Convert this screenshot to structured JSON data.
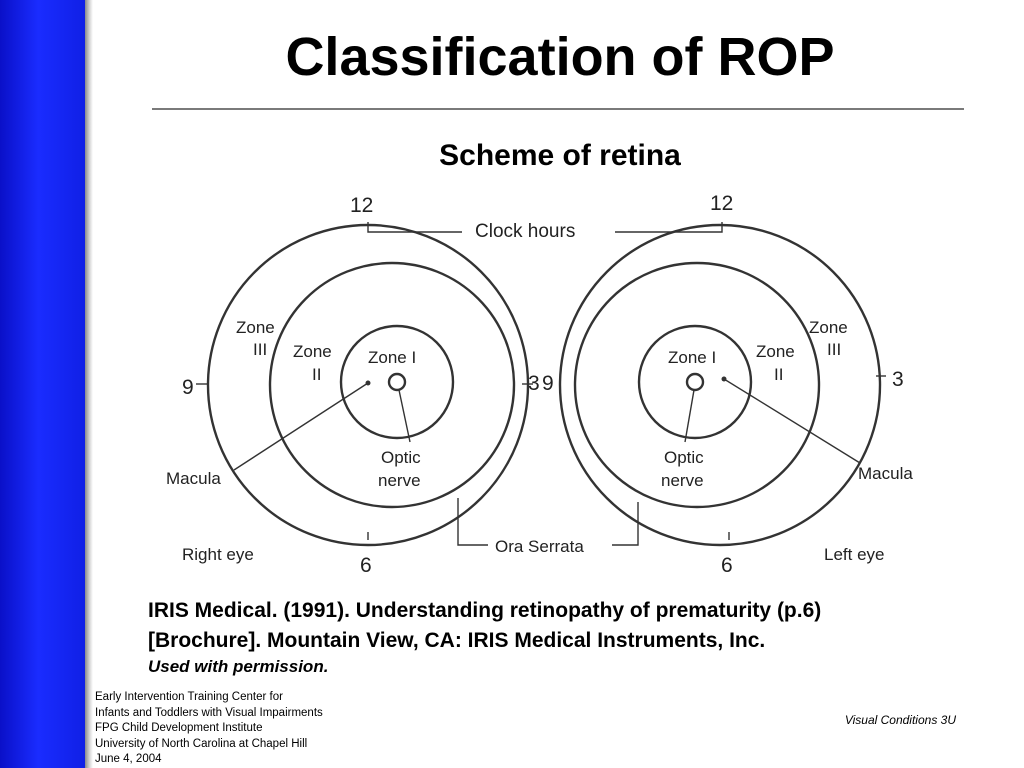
{
  "slide": {
    "title": "Classification of ROP",
    "subtitle": "Scheme of retina"
  },
  "diagram": {
    "clock_hours_label": "Clock hours",
    "ora_serrata_label": "Ora Serrata",
    "right_eye": {
      "label": "Right eye",
      "hour_12": "12",
      "hour_3": "3",
      "hour_6": "6",
      "hour_9": "9",
      "zone_1": "Zone I",
      "zone_2_line1": "Zone",
      "zone_2_line2": "II",
      "zone_3_line1": "Zone",
      "zone_3_line2": "III",
      "macula": "Macula",
      "optic_line1": "Optic",
      "optic_line2": "nerve"
    },
    "left_eye": {
      "label": "Left eye",
      "hour_12": "12",
      "hour_3": "3",
      "hour_6": "6",
      "hour_9": "9",
      "zone_1": "Zone I",
      "zone_2_line1": "Zone",
      "zone_2_line2": "II",
      "zone_3_line1": "Zone",
      "zone_3_line2": "III",
      "macula": "Macula",
      "optic_line1": "Optic",
      "optic_line2": "nerve"
    }
  },
  "citation": {
    "line1": "IRIS Medical. (1991). Understanding retinopathy of prematurity (p.6)",
    "line2": "[Brochure]. Mountain View, CA: IRIS Medical Instruments, Inc.",
    "permission": "Used with permission."
  },
  "footer": {
    "left_lines": [
      "Early Intervention Training Center for",
      "Infants and Toddlers with Visual Impairments",
      "FPG Child Development Institute",
      "University of North Carolina at Chapel Hill",
      "June 4, 2004"
    ],
    "right": "Visual Conditions  3U"
  },
  "colors": {
    "sidebar": "#1a2cff",
    "diagram_stroke": "#333333",
    "rule": "#7a7a7a"
  }
}
